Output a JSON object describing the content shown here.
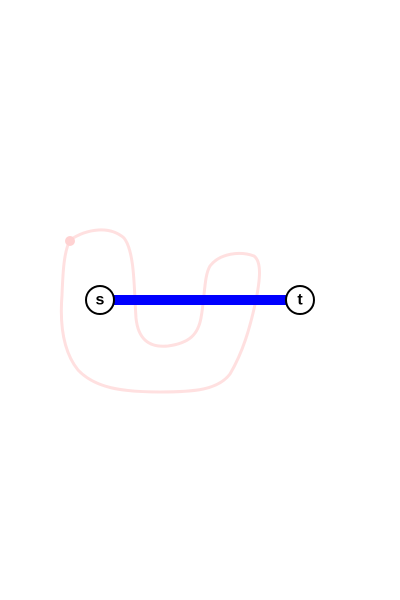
{
  "puzzle": {
    "nodes": [
      {
        "id": "s",
        "label": "s"
      },
      {
        "id": "t",
        "label": "t"
      }
    ],
    "edge": {
      "from": "s",
      "to": "t"
    },
    "colors": {
      "background": "#ffffff",
      "edge": "#0000ff",
      "node_fill": "#ffffff",
      "node_stroke": "#000000",
      "trace": "#ffe0e0",
      "trace_dot": "#ffd2d2"
    }
  }
}
